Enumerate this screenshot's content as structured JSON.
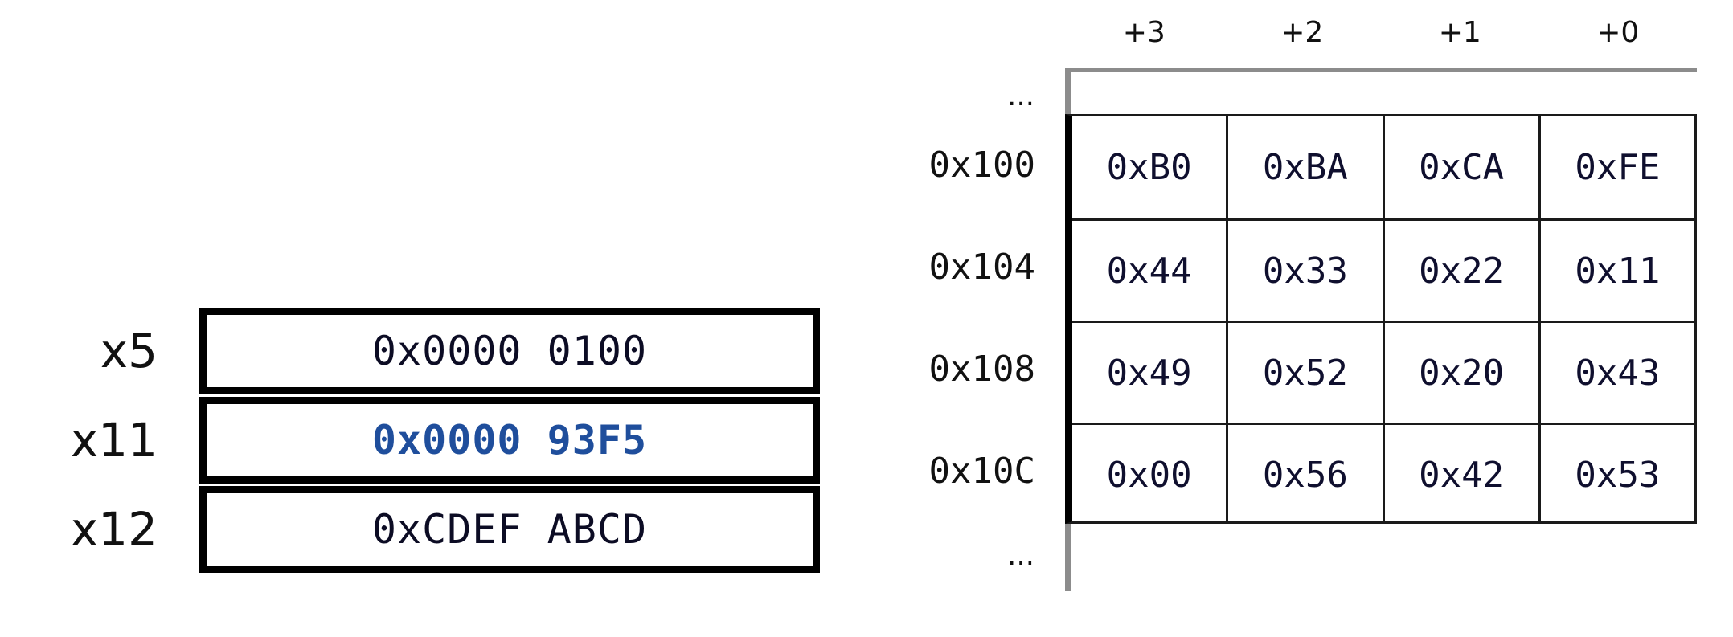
{
  "registers": {
    "rows": [
      {
        "name": "x5",
        "value": "0x0000 0100",
        "style": "dark"
      },
      {
        "name": "x11",
        "value": "0x0000 93F5",
        "style": "blue"
      },
      {
        "name": "x12",
        "value": "0xCDEF ABCD",
        "style": "dark"
      }
    ],
    "highlight_color": "#1f4e9c",
    "text_color": "#0c0c24"
  },
  "memory": {
    "column_headers": [
      "+3",
      "+2",
      "+1",
      "+0"
    ],
    "ellipsis_top": "…",
    "ellipsis_bottom": "…",
    "row_labels": [
      "0x100",
      "0x104",
      "0x108",
      "0x10C"
    ],
    "rows": [
      {
        "address": "0x100",
        "bytes": [
          "0xB0",
          "0xBA",
          "0xCA",
          "0xFE"
        ]
      },
      {
        "address": "0x104",
        "bytes": [
          "0x44",
          "0x33",
          "0x22",
          "0x11"
        ]
      },
      {
        "address": "0x108",
        "bytes": [
          "0x49",
          "0x52",
          "0x20",
          "0x43"
        ]
      },
      {
        "address": "0x10C",
        "bytes": [
          "0x00",
          "0x56",
          "0x42",
          "0x53"
        ]
      }
    ],
    "border_color": "#1a1a1a",
    "ellipsis_border_color": "#8c8c8c",
    "cell_text_color": "#0f0f2e"
  }
}
